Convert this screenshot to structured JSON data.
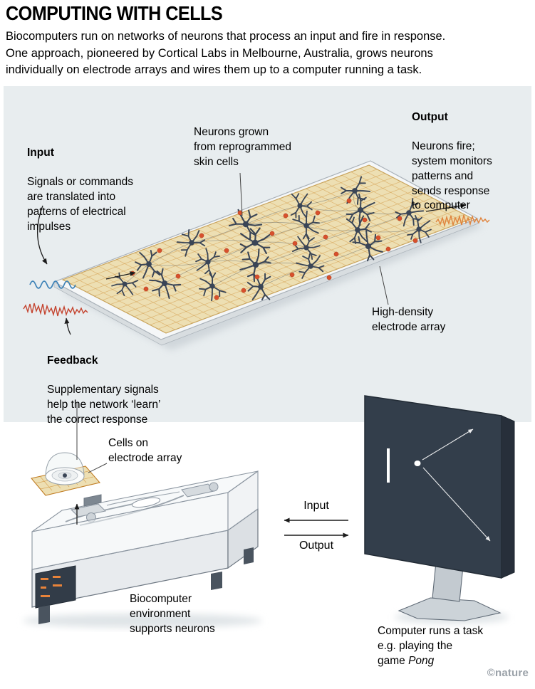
{
  "title": "COMPUTING WITH CELLS",
  "intro": "Biocomputers run on networks of neurons that process an input and fire in response.\nOne approach, pioneered by Cortical Labs in Melbourne, Australia, grows neurons\nindividually on electrode arrays and wires them up to a computer running a task.",
  "diagram": {
    "input": {
      "heading": "Input",
      "body": "Signals or commands\nare translated into\npatterns of electrical\nimpulses"
    },
    "neurons": "Neurons grown\nfrom reprogrammed\nskin cells",
    "output": {
      "heading": "Output",
      "body": "Neurons fire;\nsystem monitors\npatterns and\nsends response\nto computer"
    },
    "electrode_array": "High-density\nelectrode array",
    "feedback": {
      "heading": "Feedback",
      "body": "Supplementary signals\nhelp the network ‘learn’\nthe correct response"
    }
  },
  "lower": {
    "cells": "Cells on\nelectrode array",
    "biocomputer": "Biocomputer\nenvironment\nsupports neurons",
    "io_input": "Input",
    "io_output": "Output",
    "computer_task": "Computer runs a task\ne.g. playing the\ngame ",
    "computer_task_italic": "Pong",
    "credit": "©nature"
  },
  "colors": {
    "panel_bg": "#e8edef",
    "neuron": "#3a4556",
    "firing": "#d8502c",
    "grid": "#d1953f",
    "array_bg": "#eddfb3",
    "input_wave": "#3f83b8",
    "feedback_wave": "#c4432e",
    "output_wave": "#e0833c",
    "screen": "#333e4b"
  }
}
